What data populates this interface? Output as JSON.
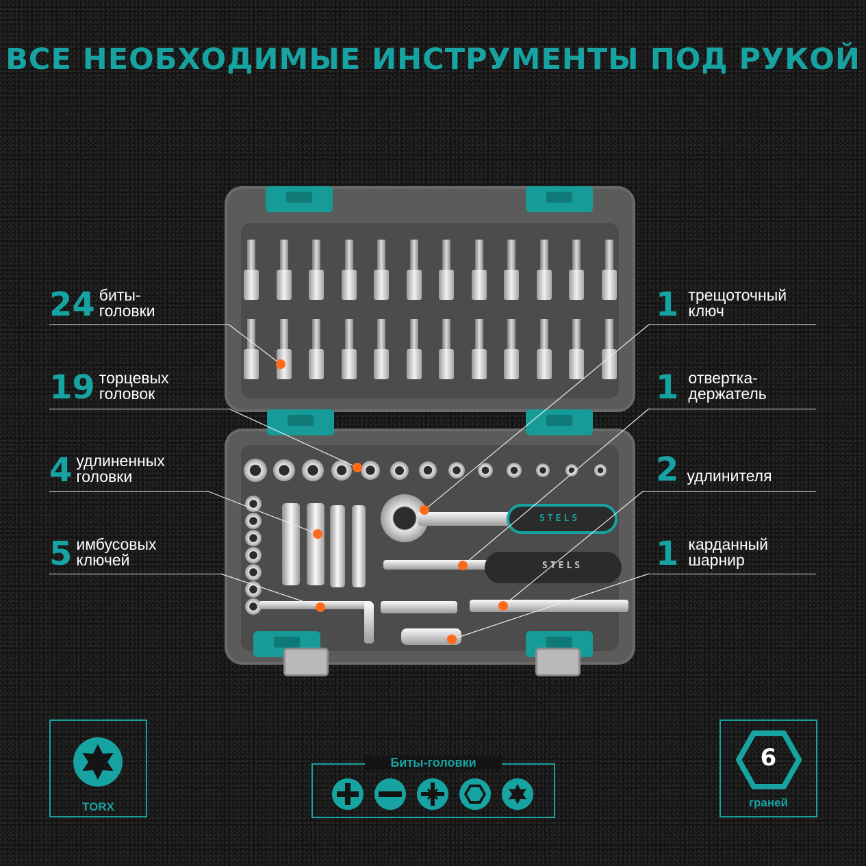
{
  "headline": "ВСЕ НЕОБХОДИМЫЕ ИНСТРУМЕНТЫ ПОД РУКОЙ",
  "colors": {
    "accent": "#17a3a1",
    "marker": "#ff6a1a",
    "background": "#141414"
  },
  "brand": "STELS",
  "callouts_left": [
    {
      "count": "24",
      "label": "биты-\nголовки"
    },
    {
      "count": "19",
      "label": "торцевых\nголовок"
    },
    {
      "count": "4",
      "label": "удлиненных\nголовки"
    },
    {
      "count": "5",
      "label": "имбусовых\nключей"
    }
  ],
  "callouts_right": [
    {
      "count": "1",
      "label": "трещоточный\nключ"
    },
    {
      "count": "1",
      "label": "отвертка-\nдержатель"
    },
    {
      "count": "2",
      "label": "удлинителя"
    },
    {
      "count": "1",
      "label": "карданный\nшарнир"
    }
  ],
  "torx_box": {
    "icon": "torx-star-icon",
    "caption": "TORX"
  },
  "hex_box": {
    "icon": "hexagon-icon",
    "value": "6",
    "caption": "граней"
  },
  "bits_panel": {
    "title": "Биты-головки",
    "icons": [
      "phillips-bit-icon",
      "slotted-bit-icon",
      "pozidriv-bit-icon",
      "hex-bit-icon",
      "torx-bit-icon"
    ]
  }
}
